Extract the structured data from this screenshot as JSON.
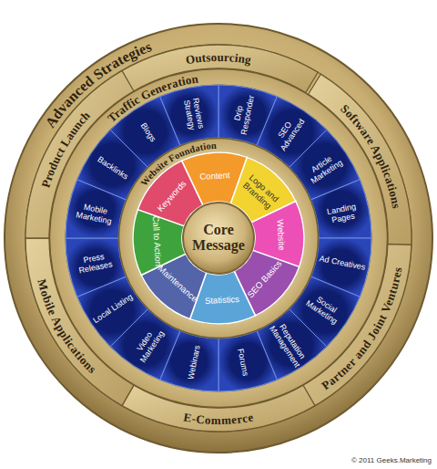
{
  "diagram": {
    "nodes": [
      {
        "text": [
          "Advanced Strategies"
        ]
      },
      {
        "text": [
          "Outsourcing"
        ],
        "in": 0
      },
      {
        "text": [
          "Software Applications"
        ],
        "in": 0
      },
      {
        "text": [
          "Partner and Joint Ventures"
        ],
        "in": 0
      },
      {
        "text": [
          "E-Commerce"
        ],
        "in": 0
      },
      {
        "text": [
          "Mobile Applications"
        ],
        "in": 0
      },
      {
        "text": [
          "Product Launch"
        ],
        "in": 0
      },
      {
        "text": [
          "Traffic Generation"
        ],
        "in": 0
      },
      {
        "text": [
          "Drip Responder"
        ],
        "in": 7
      },
      {
        "text": [
          "SEO Advanced"
        ],
        "in": 7
      },
      {
        "text": [
          "Article Marketing"
        ],
        "in": 7
      },
      {
        "text": [
          "Landing Pages"
        ],
        "in": 7
      },
      {
        "text": [
          "Ad Creatives"
        ],
        "in": 7
      },
      {
        "text": [
          "Social Marketing"
        ],
        "in": 7
      },
      {
        "text": [
          "Reputation Management"
        ],
        "in": 7
      },
      {
        "text": [
          "Forums"
        ],
        "in": 7
      },
      {
        "text": [
          "Webinars"
        ],
        "in": 7
      },
      {
        "text": [
          "Video Marketing"
        ],
        "in": 7
      },
      {
        "text": [
          "Local Listing"
        ],
        "in": 7
      },
      {
        "text": [
          "Press Releases"
        ],
        "in": 7
      },
      {
        "text": [
          "Mobile Marketing"
        ],
        "in": 7
      },
      {
        "text": [
          "Backlinks"
        ],
        "in": 7
      },
      {
        "text": [
          "Blogs"
        ],
        "in": 7
      },
      {
        "text": [
          "Reviews Strategy"
        ],
        "in": 7
      },
      {
        "text": [
          "Website Foundation"
        ],
        "in": 7
      },
      {
        "text": [
          "Content"
        ],
        "in": 24
      },
      {
        "text": [
          "Logo and Branding"
        ],
        "in": 24
      },
      {
        "text": [
          "Website"
        ],
        "in": 24
      },
      {
        "text": [
          "SEO Basics"
        ],
        "in": 24
      },
      {
        "text": [
          "Statistics"
        ],
        "in": 24
      },
      {
        "text": [
          "Maintenance"
        ],
        "in": 24
      },
      {
        "text": [
          "Call to Action"
        ],
        "in": 24
      },
      {
        "text": [
          "Keywords"
        ],
        "in": 24
      },
      {
        "text": [
          "Core Message"
        ],
        "in": 24
      }
    ],
    "labels": [
      "© 2011 Geeks.Marketing"
    ]
  }
}
